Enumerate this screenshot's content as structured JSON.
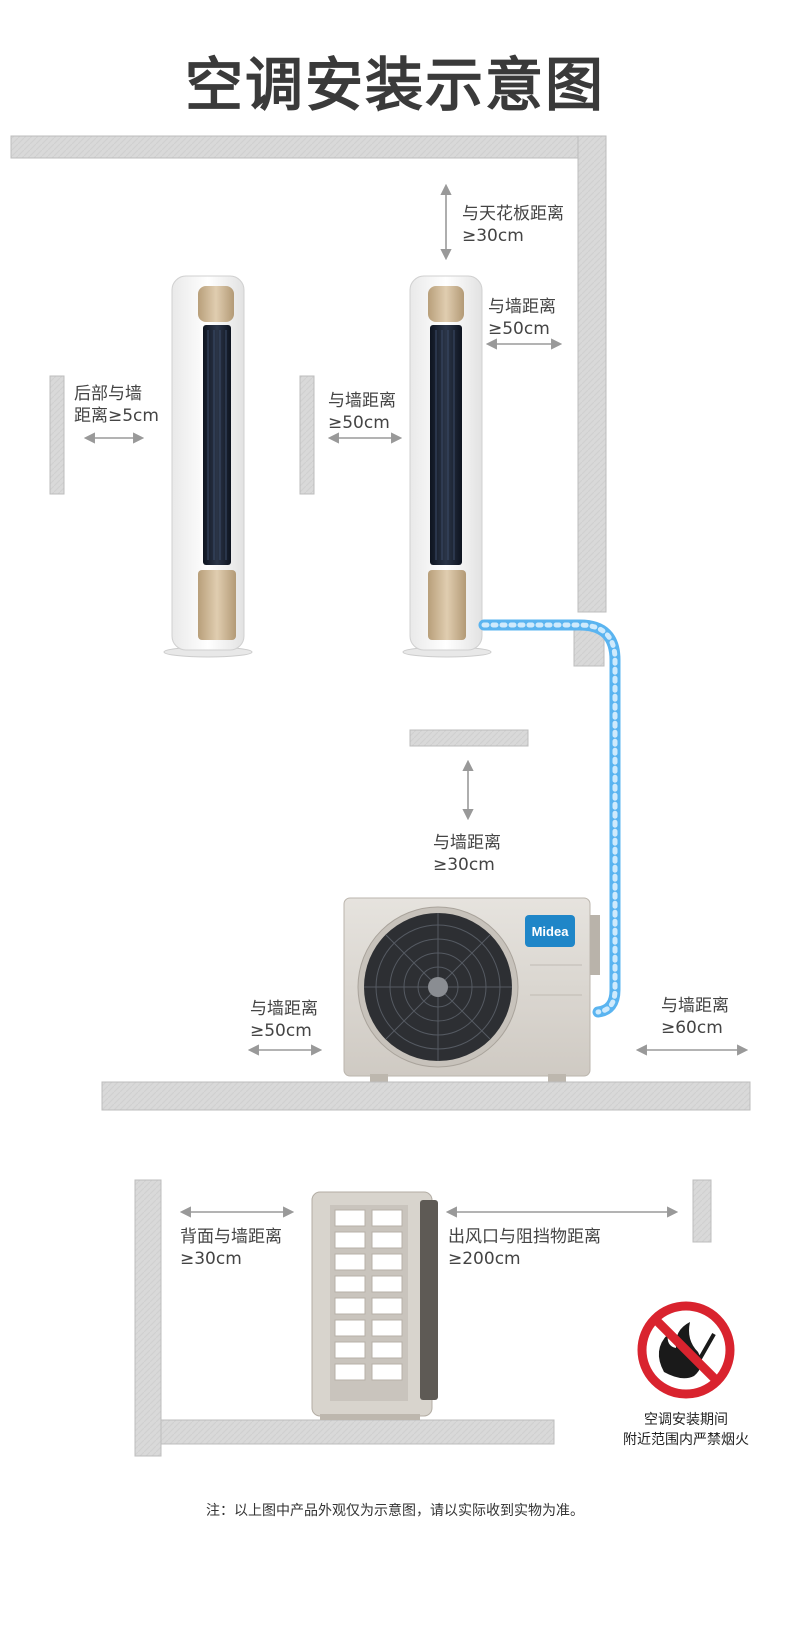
{
  "title": "空调安装示意图",
  "labels": {
    "ceiling": [
      "与天花板距离",
      "≥30cm"
    ],
    "side_wall_right": [
      "与墙距离",
      "≥50cm"
    ],
    "back_wall": [
      "后部与墙",
      "距离≥5cm"
    ],
    "side_wall_left": [
      "与墙距离",
      "≥50cm"
    ],
    "outdoor_top": [
      "与墙距离",
      "≥30cm"
    ],
    "outdoor_left": [
      "与墙距离",
      "≥50cm"
    ],
    "outdoor_right": [
      "与墙距离",
      "≥60cm"
    ],
    "rear_back": [
      "背面与墙距离",
      "≥30cm"
    ],
    "air_outlet": [
      "出风口与阻挡物距离",
      "≥200cm"
    ]
  },
  "brand": "Midea",
  "warning": [
    "空调安装期间",
    "附近范围内严禁烟火"
  ],
  "footnote": "注：以上图中产品外观仅为示意图，请以实际收到实物为准。",
  "colors": {
    "wall": "#d7d7d7",
    "pipe": "#5ab4f0",
    "warning_red": "#d9232e",
    "gold": "#c9b08a"
  }
}
